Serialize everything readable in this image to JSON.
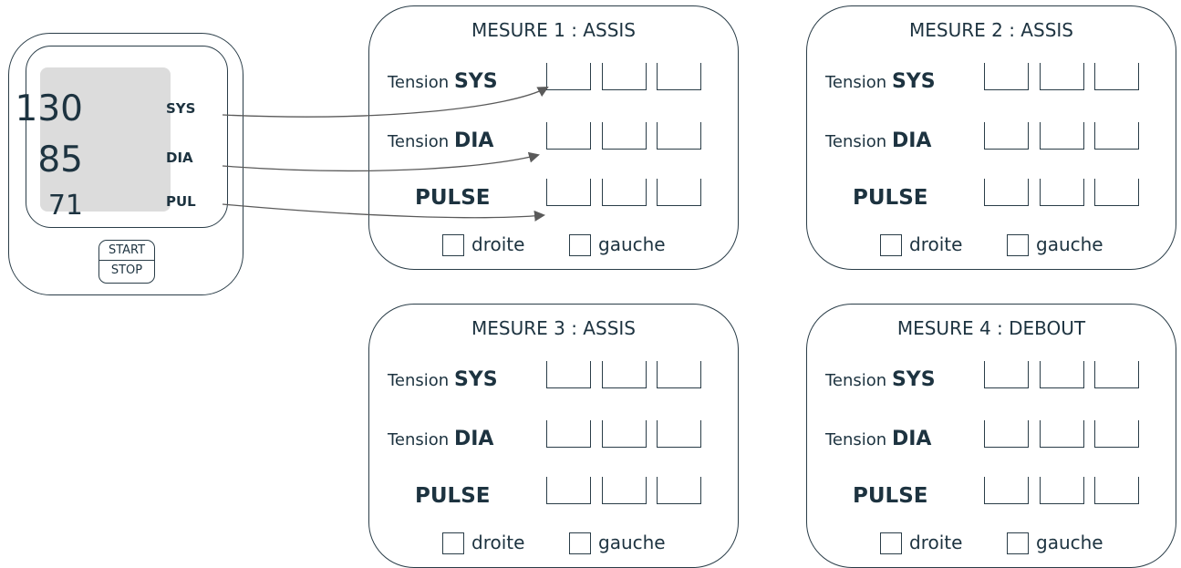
{
  "monitor": {
    "sys_value": "130",
    "dia_value": "85",
    "pul_value": "71",
    "sys_unit": "SYS",
    "dia_unit": "DIA",
    "pul_unit": "PUL",
    "start_label": "START",
    "stop_label": "STOP"
  },
  "cards": [
    {
      "title": "MESURE 1 : ASSIS",
      "sys_prefix": "Tension",
      "sys_label": "SYS",
      "dia_prefix": "Tension",
      "dia_label": "DIA",
      "pulse_label": "PULSE",
      "right_label": "droite",
      "left_label": "gauche"
    },
    {
      "title": "MESURE 2 : ASSIS",
      "sys_prefix": "Tension",
      "sys_label": "SYS",
      "dia_prefix": "Tension",
      "dia_label": "DIA",
      "pulse_label": "PULSE",
      "right_label": "droite",
      "left_label": "gauche"
    },
    {
      "title": "MESURE 3 : ASSIS",
      "sys_prefix": "Tension",
      "sys_label": "SYS",
      "dia_prefix": "Tension",
      "dia_label": "DIA",
      "pulse_label": "PULSE",
      "right_label": "droite",
      "left_label": "gauche"
    },
    {
      "title": "MESURE 4 : DEBOUT",
      "sys_prefix": "Tension",
      "sys_label": "SYS",
      "dia_prefix": "Tension",
      "dia_label": "DIA",
      "pulse_label": "PULSE",
      "right_label": "droite",
      "left_label": "gauche"
    }
  ],
  "colors": {
    "ink": "#1d3340",
    "screen": "#dcdcdc",
    "arrow": "#5a5a5a"
  }
}
